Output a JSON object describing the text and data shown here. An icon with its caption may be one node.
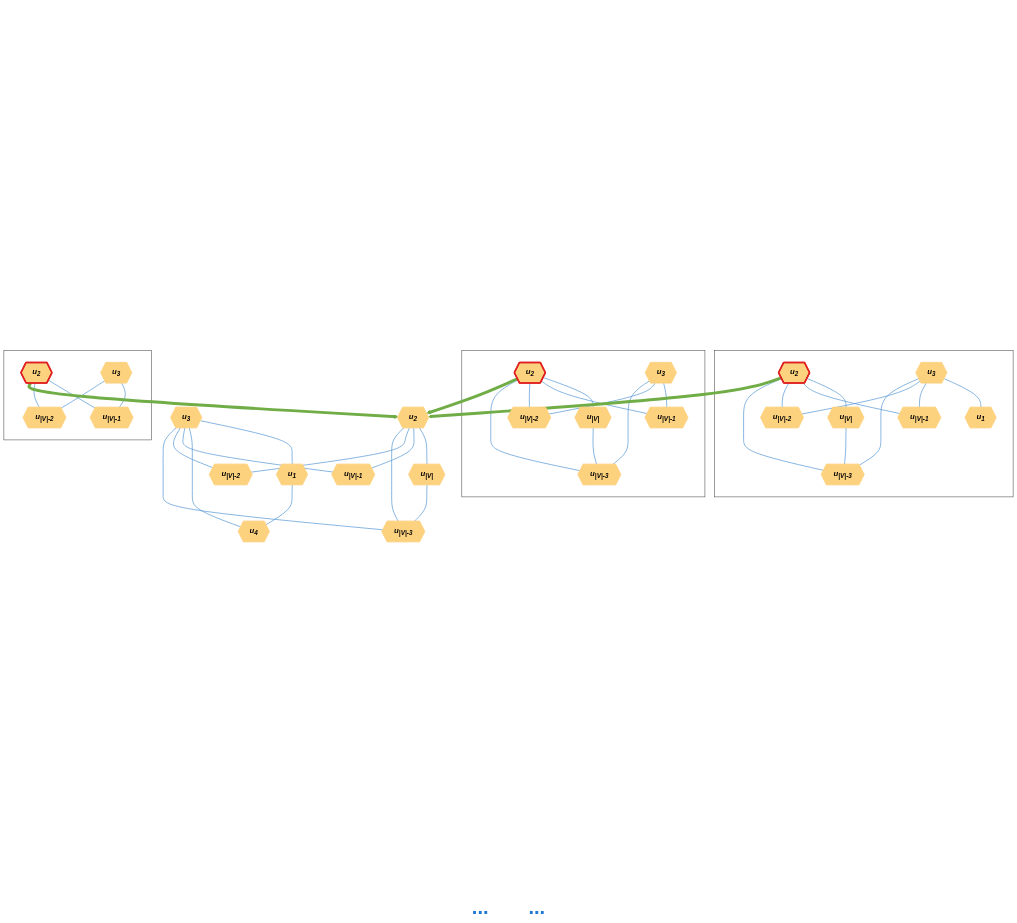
{
  "diagram": {
    "nodes": [
      {
        "text": [],
        "shape": "box"
      },
      {
        "text": [
          "u$_{2}$"
        ],
        "in": 0
      },
      {
        "text": [
          "u$_{3}$"
        ],
        "in": 0
      },
      {
        "text": [
          "u$_{1}$"
        ],
        "in": 0
      },
      {
        "text": [
          "u$_{|V|}$"
        ],
        "in": 0
      },
      {
        "text": [
          "u$_{|V|-3}$"
        ],
        "in": 0
      },
      {
        "text": [
          "u$_{|V|-1}$"
        ],
        "in": 0
      },
      {
        "text": [
          "u$_{|V|-2}$"
        ],
        "in": 0
      },
      {
        "text": [],
        "shape": "box"
      },
      {
        "text": [
          "u$_{2}$"
        ],
        "in": 8
      },
      {
        "text": [
          "u$_{3}$"
        ],
        "in": 8
      },
      {
        "text": [
          "u$_{|V|}$"
        ],
        "in": 8
      },
      {
        "text": [
          "u$_{|V|-3}$"
        ],
        "in": 8
      },
      {
        "text": [
          "u$_{|V|-1}$"
        ],
        "in": 8
      },
      {
        "text": [
          "u$_{|V|-2}$"
        ],
        "in": 8
      },
      {
        "text": [],
        "shape": "box"
      },
      {
        "text": [
          "u$_{2}$"
        ],
        "in": 15
      },
      {
        "text": [
          "u$_{3}$"
        ],
        "in": 15
      },
      {
        "text": [
          "u$_{|V|-1}$"
        ],
        "in": 15
      },
      {
        "text": [
          "u$_{|V|-2}$"
        ],
        "in": 15
      },
      {
        "text": [
          "u$_{2}$"
        ]
      },
      {
        "text": [
          "u$_{3}$"
        ]
      },
      {
        "text": [
          "u$_{1}$"
        ]
      },
      {
        "text": [
          "u$_{4}$"
        ]
      },
      {
        "text": [
          "u$_{|V|}$"
        ]
      },
      {
        "text": [
          "u$_{|V|-3}$"
        ]
      },
      {
        "text": [
          "u$_{|V|-1}$"
        ]
      },
      {
        "text": [
          "u$_{|V|-2}$"
        ]
      }
    ],
    "edges": [
      {
        "from": 1,
        "to": 4,
        "arrow": "none"
      },
      {
        "from": 1,
        "to": 6,
        "arrow": "none"
      },
      {
        "from": 1,
        "to": 7,
        "arrow": "none"
      },
      {
        "from": 1,
        "to": 5,
        "arrow": "none"
      },
      {
        "from": 2,
        "to": 3,
        "arrow": "none"
      },
      {
        "from": 2,
        "to": 6,
        "arrow": "none"
      },
      {
        "from": 2,
        "to": 7,
        "arrow": "none"
      },
      {
        "from": 2,
        "to": 5,
        "arrow": "none"
      },
      {
        "from": 4,
        "to": 5,
        "arrow": "none"
      },
      {
        "from": 9,
        "to": 11,
        "arrow": "none"
      },
      {
        "from": 9,
        "to": 13,
        "arrow": "none"
      },
      {
        "from": 9,
        "to": 14,
        "arrow": "none"
      },
      {
        "from": 9,
        "to": 12,
        "arrow": "none"
      },
      {
        "from": 10,
        "to": 13,
        "arrow": "none"
      },
      {
        "from": 10,
        "to": 14,
        "arrow": "none"
      },
      {
        "from": 10,
        "to": 12,
        "arrow": "none"
      },
      {
        "from": 11,
        "to": 12,
        "arrow": "none"
      },
      {
        "from": 16,
        "to": 18,
        "arrow": "none"
      },
      {
        "from": 16,
        "to": 19,
        "arrow": "none"
      },
      {
        "from": 17,
        "to": 18,
        "arrow": "none"
      },
      {
        "from": 17,
        "to": 19,
        "arrow": "none"
      },
      {
        "from": 1,
        "to": 20,
        "arrow": "to",
        "style": "thick",
        "color": "#70ad47"
      },
      {
        "from": 9,
        "to": 20,
        "arrow": "to",
        "style": "thick",
        "color": "#70ad47"
      },
      {
        "from": 16,
        "to": 20,
        "arrow": "to",
        "style": "thick",
        "color": "#70ad47"
      },
      {
        "from": 20,
        "to": 24,
        "arrow": "none"
      },
      {
        "from": 20,
        "to": 26,
        "arrow": "none"
      },
      {
        "from": 20,
        "to": 27,
        "arrow": "none"
      },
      {
        "from": 20,
        "to": 25,
        "arrow": "none"
      },
      {
        "from": 21,
        "to": 22,
        "arrow": "none"
      },
      {
        "from": 21,
        "to": 23,
        "arrow": "none"
      },
      {
        "from": 21,
        "to": 26,
        "arrow": "none"
      },
      {
        "from": 21,
        "to": 27,
        "arrow": "none"
      },
      {
        "from": 21,
        "to": 25,
        "arrow": "none"
      },
      {
        "from": 22,
        "to": 23,
        "arrow": "none"
      },
      {
        "from": 24,
        "to": 25,
        "arrow": "none"
      }
    ],
    "labels": [
      "...",
      "..."
    ]
  }
}
